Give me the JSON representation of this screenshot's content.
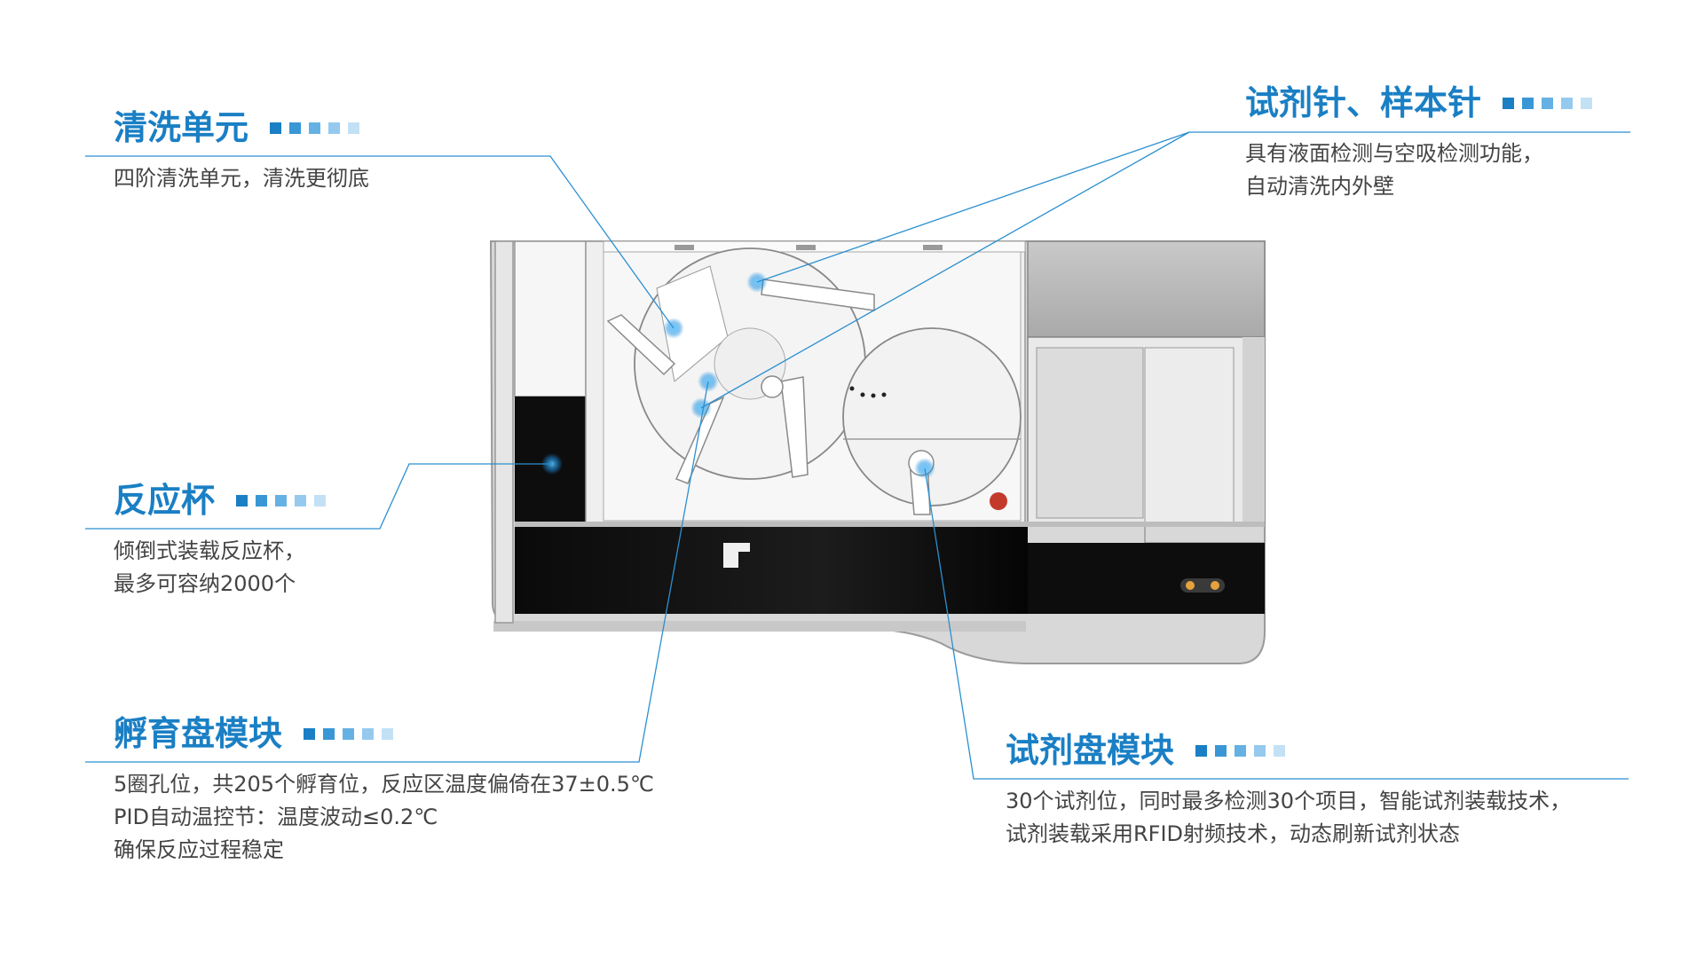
{
  "callouts": {
    "wash": {
      "title": "清洗单元",
      "lines": [
        "四阶清洗单元，清洗更彻底"
      ]
    },
    "probe": {
      "title": "试剂针、样本针",
      "lines": [
        "具有液面检测与空吸检测功能，",
        "自动清洗内外壁"
      ]
    },
    "cuvette": {
      "title": "反应杯",
      "lines": [
        "倾倒式装载反应杯，",
        "最多可容纳2000个"
      ]
    },
    "incubation": {
      "title": "孵育盘模块",
      "lines": [
        "5圈孔位，共205个孵育位，反应区温度偏倚在37±0.5℃",
        "PID自动温控节：温度波动≤0.2℃",
        "确保反应过程稳定"
      ]
    },
    "reagent": {
      "title": "试剂盘模块",
      "lines": [
        "30个试剂位，同时最多检测30个项目，智能试剂装载技术，",
        "试剂装载采用RFID射频技术，动态刷新试剂状态"
      ]
    }
  },
  "colors": {
    "accent": "#1a7fc4",
    "line": "#2b8fd0",
    "dots": [
      "#1a7fc4",
      "#3a97d6",
      "#66b1e3",
      "#95caee",
      "#c3e1f5"
    ]
  }
}
